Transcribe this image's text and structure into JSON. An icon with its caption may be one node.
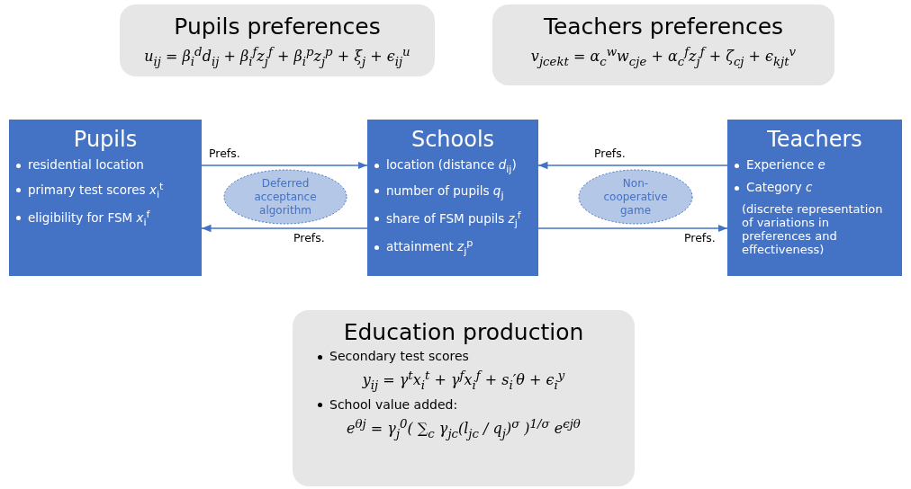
{
  "diagram": {
    "nodes": [
      {
        "text": [
          "Pupils preferences",
          "u$_{ij}$ = β$_{i}$$^{d}$d$_{ij}$ + β$_{i}$$^{f}$z$_{j}$$^{f}$ + β$_{i}$$^{p}$z$_{j}$$^{p}$ + ξ$_{j}$ + ϵ$_{ij}$$^{u}$"
        ]
      },
      {
        "text": [
          "Teachers preferences",
          "v$_{jcekt}$ = α$_{c}$$^{w}$w$_{cje}$ + α$_{c}$$^{f}$z$_{j}$$^{f}$ + ζ$_{cj}$ + ϵ$_{kjt}$$^{v}$"
        ]
      },
      {
        "text": [
          "Pupils",
          "residential location",
          "primary test scores *x*$_{i}$$^{t}$",
          "eligibility for FSM *x*$_{i}$$^{f}$"
        ]
      },
      {
        "text": [
          "Deferred acceptance algorithm"
        ]
      },
      {
        "text": [
          "Schools",
          "location (distance *d*$_{ij}$)",
          "number of pupils *q*$_{j}$",
          "share of FSM pupils *z*$_{j}$$^{f}$",
          "attainment *z*$_{j}$$^{p}$"
        ]
      },
      {
        "text": [
          "Non-cooperative game"
        ]
      },
      {
        "text": [
          "Teachers",
          "Experience *e*",
          "Category *c*",
          "(discrete representation of variations in preferences and effectiveness)"
        ]
      },
      {
        "text": [
          "Education production",
          "Secondary test scores",
          "y$_{ij}$ = γ$^{t}$x$_{i}$$^{t}$ + γ$^{f}$x$_{i}$$^{f}$ + s$_{i}$′θ + ϵ$_{i}$$^{y}$",
          "School value added:",
          "e$^{θj}$ = γ$_{j}$$^{0}$( ∑$_{c}$ γ$_{jc}$(l$_{jc}$ / q$_{j}$)$^{σ}$ )$^{1/σ}$ e$^{ϵjθ}$"
        ]
      }
    ],
    "edges": [
      {
        "from": 2,
        "to": 4,
        "arrow": "to",
        "label": "Prefs."
      },
      {
        "from": 4,
        "to": 2,
        "arrow": "to",
        "label": "Prefs."
      },
      {
        "from": 6,
        "to": 4,
        "arrow": "to",
        "label": "Prefs."
      },
      {
        "from": 4,
        "to": 6,
        "arrow": "to",
        "label": "Prefs."
      }
    ]
  }
}
